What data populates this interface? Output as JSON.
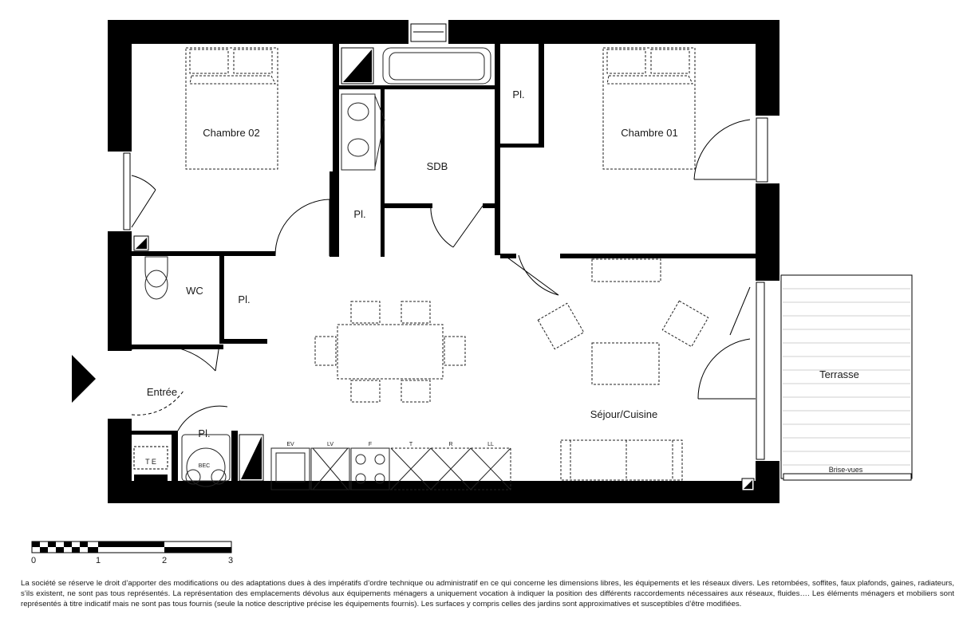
{
  "rooms": {
    "chambre02": "Chambre 02",
    "chambre01": "Chambre 01",
    "sdb": "SDB",
    "wc": "WC",
    "entree": "Entrée",
    "sejour": "Séjour/Cuisine",
    "terrasse": "Terrasse",
    "placard_label": "Pl.",
    "brise_vues": "Brise-vues"
  },
  "equipment": {
    "te": "T E",
    "bec": "BEC",
    "ev": "EV",
    "lv": "LV",
    "f": "F",
    "t": "T",
    "r": "R",
    "ll": "LL"
  },
  "scale": {
    "ticks": [
      "0",
      "1",
      "2",
      "3"
    ]
  },
  "disclaimer": "La société se réserve le droit d’apporter des modifications ou des adaptations dues à des impératifs d’ordre technique ou administratif en ce qui concerne les dimensions libres, les équipements et les réseaux divers. Les retombées, soffites, faux plafonds, gaines, radiateurs, s’ils existent, ne sont pas tous représentés. La représentation des emplacements dévolus aux équipements ménagers a uniquement vocation à indiquer la position des différents raccordements nécessaires aux réseaux, fluides…. Les éléments ménagers et mobiliers sont représentés à titre indicatif mais ne sont pas tous fournis (seule la notice descriptive précise les équipements fournis). Les surfaces y compris celles des jardins sont approximatives et susceptibles d’être modifiées."
}
